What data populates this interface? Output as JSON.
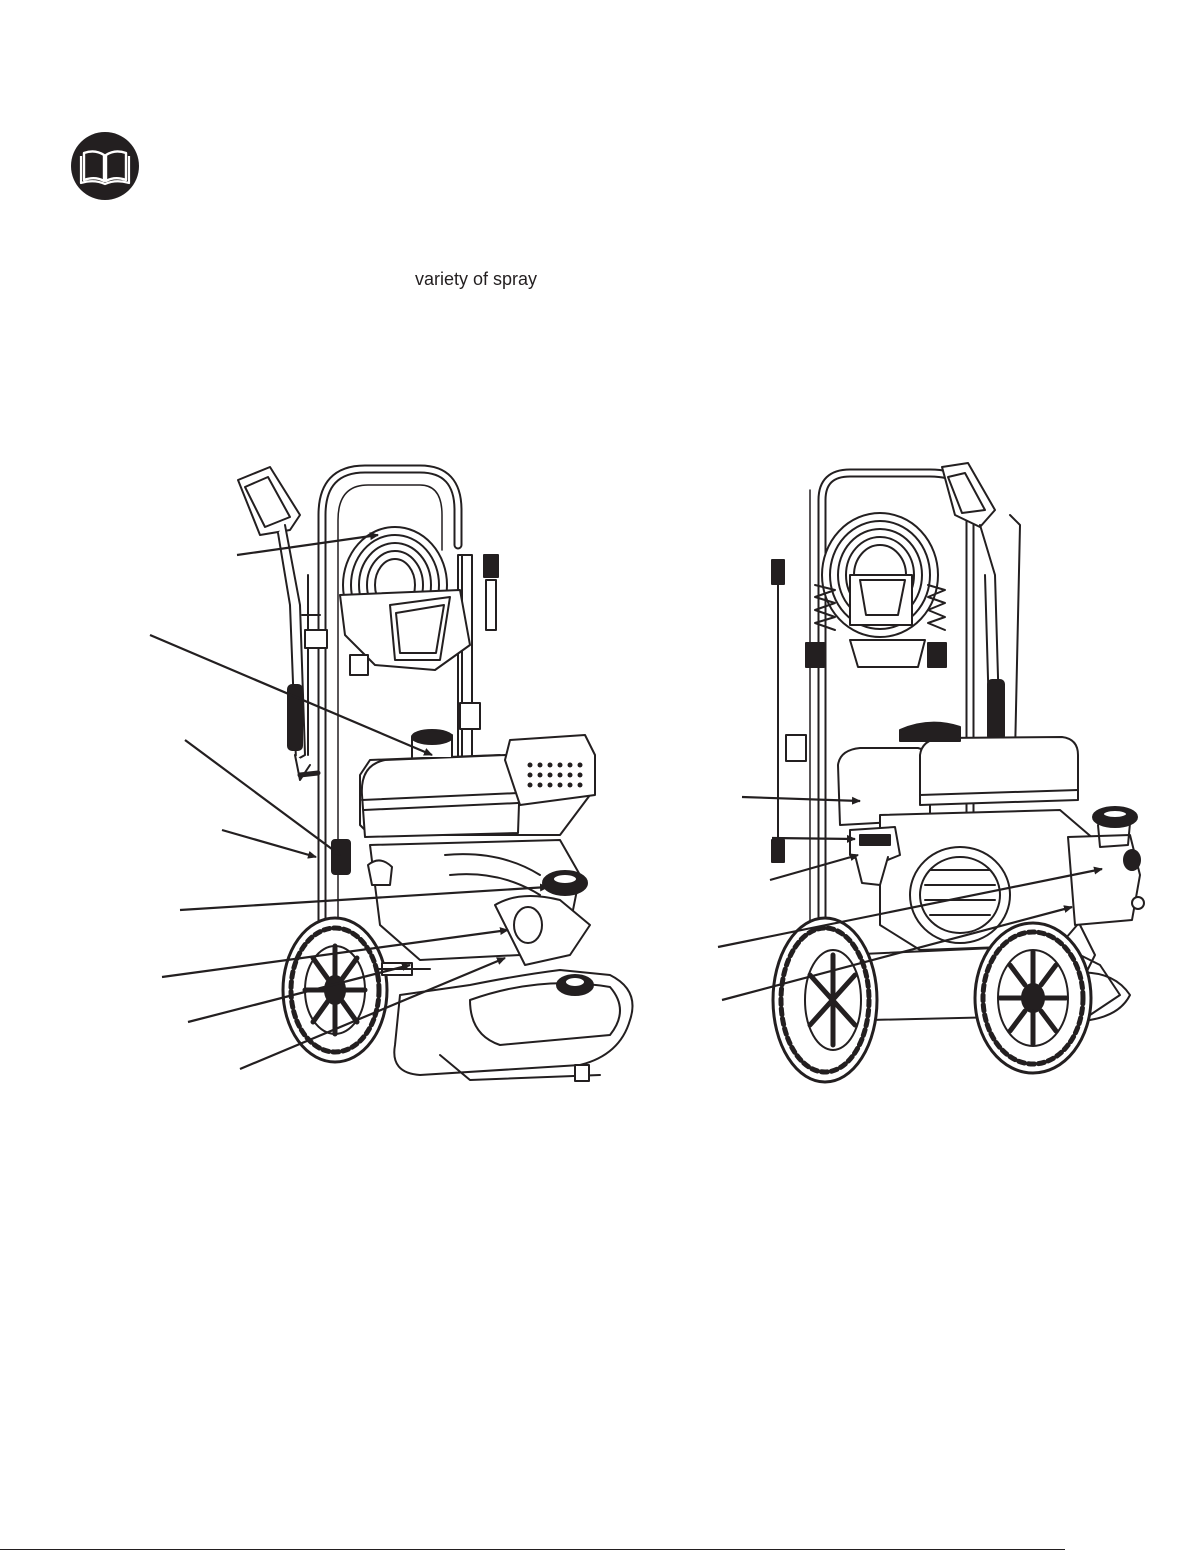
{
  "icons": {
    "read_manual": "open-book-icon"
  },
  "text": {
    "fragment": "variety of spray"
  },
  "figure": {
    "views": [
      "front-left view",
      "rear-right view"
    ]
  },
  "colors": {
    "ink": "#231f20",
    "paper": "#ffffff"
  }
}
